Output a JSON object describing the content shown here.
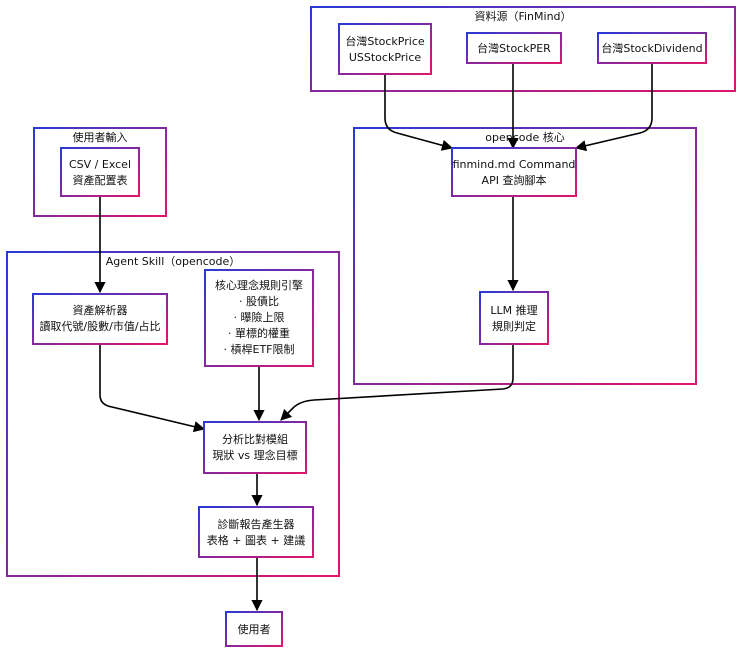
{
  "clusters": {
    "data_source": {
      "label": "資料源（FinMind）"
    },
    "user_input": {
      "label": "使用者輸入"
    },
    "agent_skill": {
      "label": "Agent Skill（opencode）"
    },
    "opencode_core": {
      "label": "opencode 核心"
    }
  },
  "nodes": {
    "stock_price": {
      "lines": [
        "台灣StockPrice",
        "USStockPrice"
      ]
    },
    "stock_per": {
      "lines": [
        "台灣StockPER"
      ]
    },
    "stock_dividend": {
      "lines": [
        "台灣StockDividend"
      ]
    },
    "csv_excel": {
      "lines": [
        "CSV / Excel",
        "資產配置表"
      ]
    },
    "finmind_cmd": {
      "lines": [
        "finmind.md Command",
        "API 查詢腳本"
      ]
    },
    "llm": {
      "lines": [
        "LLM 推理",
        "規則判定"
      ]
    },
    "parser": {
      "lines": [
        "資產解析器",
        "讀取代號/股數/市值/占比"
      ]
    },
    "rules_engine": {
      "lines": [
        "核心理念規則引擎",
        "· 股債比",
        "· 曝險上限",
        "· 單標的權重",
        "· 槓桿ETF限制"
      ]
    },
    "compare": {
      "lines": [
        "分析比對模組",
        "現狀 vs 理念目標"
      ]
    },
    "report": {
      "lines": [
        "診斷報告產生器",
        "表格 + 圖表 + 建議"
      ]
    },
    "user": {
      "lines": [
        "使用者"
      ]
    }
  },
  "colors": {
    "border_blue": "#2a3ad6",
    "border_pink": "#e0156b",
    "edge": "#000000"
  }
}
